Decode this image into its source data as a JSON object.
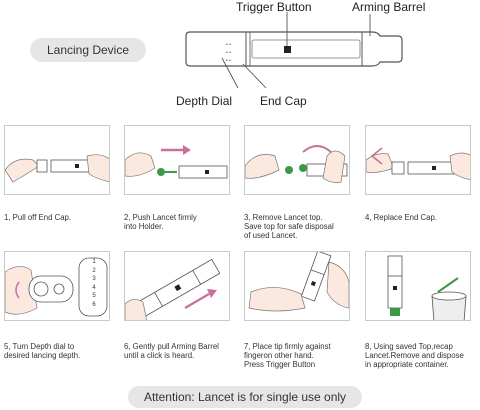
{
  "title": "Lancing Device",
  "callouts": {
    "trigger_button": "Trigger Button",
    "arming_barrel": "Arming Barrel",
    "depth_dial": "Depth Dial",
    "end_cap": "End Cap"
  },
  "colors": {
    "green": "#3a9a4a",
    "pink_arrow": "#c8709a",
    "dial_pink": "#d76fa0",
    "pill_bg": "#e6e6e6",
    "line": "#555555"
  },
  "steps": [
    {
      "caption": "1, Pull off End Cap."
    },
    {
      "caption": "2, Push Lancet firmly\ninto Holder."
    },
    {
      "caption": "3, Remove Lancet top.\nSave top for safe disposal\nof used Lancet."
    },
    {
      "caption": "4, Replace End Cap."
    },
    {
      "caption": "5, Turn Depth dial to\ndesired lancing depth."
    },
    {
      "caption": "6, Gently pull Arming Barrel\nuntil a click is heard."
    },
    {
      "caption": "7, Place tip firmly against\nfingeron other hand.\nPress Trigger Button"
    },
    {
      "caption": "8, Using saved Top,recap\nLancet.Remove and dispose\nin appropriate container."
    }
  ],
  "dial_numbers": [
    "1",
    "2",
    "3",
    "4",
    "5",
    "6"
  ],
  "attention": "Attention: Lancet is for single use only"
}
